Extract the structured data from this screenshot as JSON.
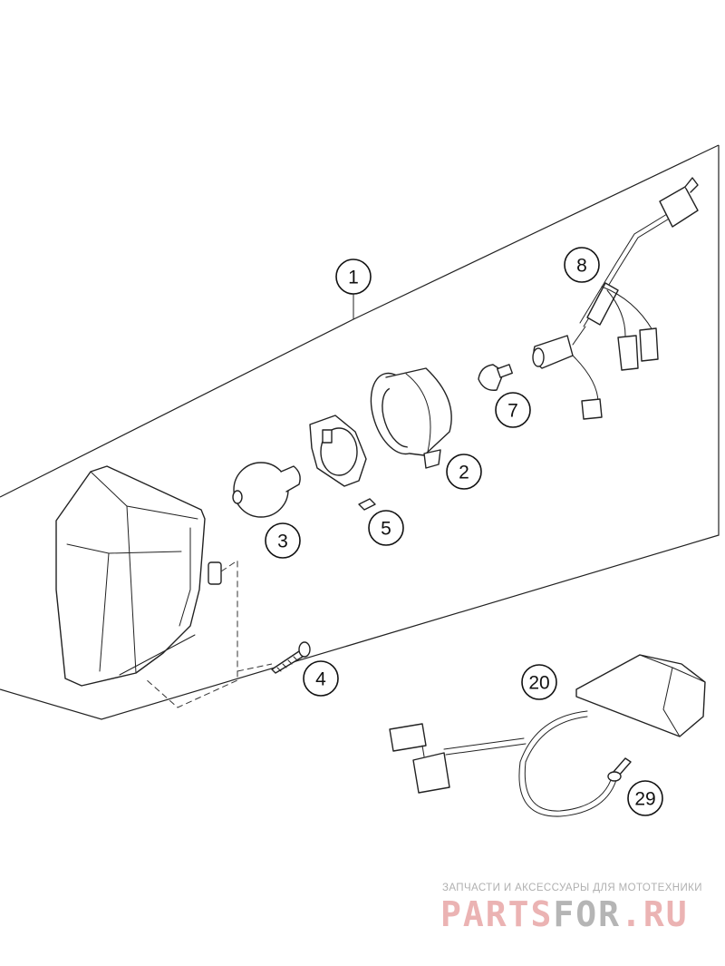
{
  "diagram": {
    "callouts": [
      {
        "id": "1",
        "label": "1"
      },
      {
        "id": "2",
        "label": "2"
      },
      {
        "id": "3",
        "label": "3"
      },
      {
        "id": "4",
        "label": "4"
      },
      {
        "id": "5",
        "label": "5"
      },
      {
        "id": "7",
        "label": "7"
      },
      {
        "id": "8",
        "label": "8"
      },
      {
        "id": "20",
        "label": "20"
      },
      {
        "id": "29",
        "label": "29"
      }
    ]
  },
  "watermark": {
    "tagline": "ЗАПЧАСТИ И АКСЕССУАРЫ ДЛЯ МОТОТЕХНИКИ",
    "brand_part1": "PARTS",
    "brand_part2": "FOR",
    "brand_part3": ".RU"
  },
  "colors": {
    "line": "#222222",
    "watermark_red": "#e8a6a6",
    "watermark_grey": "#a9a9a9"
  }
}
